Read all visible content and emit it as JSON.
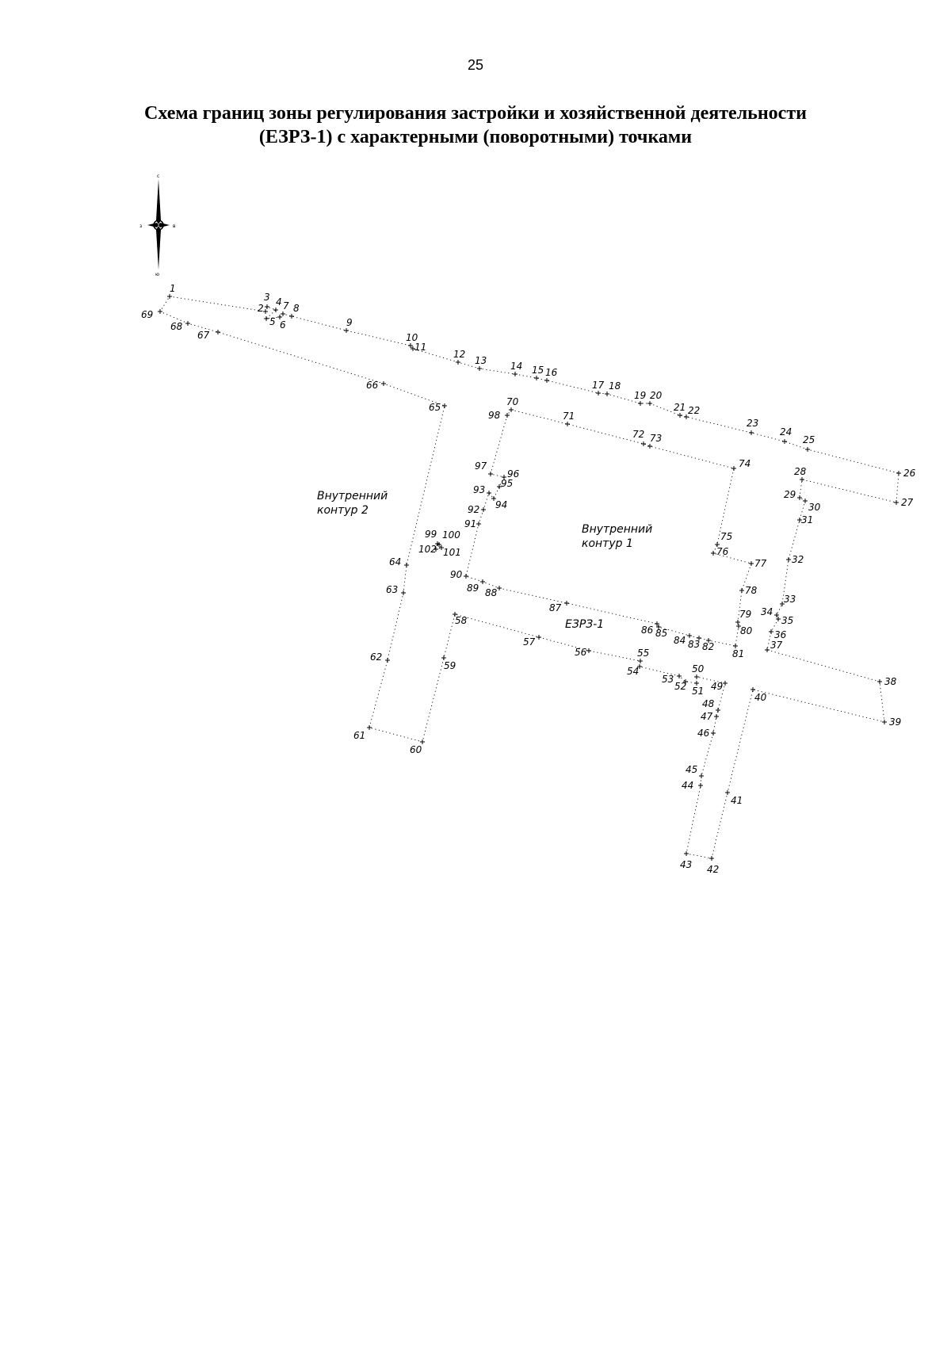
{
  "page_number": "25",
  "title": {
    "line1": "Схема границ зоны регулирования застройки и хозяйственной деятельности",
    "line2": "(ЕЗРЗ-1) с характерными (поворотными) точками"
  },
  "compass": {
    "north": "с",
    "south": "ю",
    "west": "з",
    "east": "в"
  },
  "zones": {
    "main": "ЕЗРЗ-1",
    "inner1_line1": "Внутренний",
    "inner1_line2": "контур 1",
    "inner2_line1": "Внутренний",
    "inner2_line2": "контур 2"
  },
  "points": [
    "1",
    "2",
    "3",
    "4",
    "5",
    "6",
    "7",
    "8",
    "9",
    "10",
    "11",
    "12",
    "13",
    "14",
    "15",
    "16",
    "17",
    "18",
    "19",
    "20",
    "21",
    "22",
    "23",
    "24",
    "25",
    "26",
    "27",
    "28",
    "29",
    "30",
    "31",
    "32",
    "33",
    "34",
    "35",
    "36",
    "37",
    "38",
    "39",
    "40",
    "41",
    "42",
    "43",
    "44",
    "45",
    "46",
    "47",
    "48",
    "49",
    "50",
    "51",
    "52",
    "53",
    "54",
    "55",
    "56",
    "57",
    "58",
    "59",
    "60",
    "61",
    "62",
    "63",
    "64",
    "65",
    "66",
    "67",
    "68",
    "69",
    "70",
    "71",
    "72",
    "73",
    "74",
    "75",
    "76",
    "77",
    "78",
    "79",
    "80",
    "81",
    "82",
    "83",
    "84",
    "85",
    "86",
    "87",
    "88",
    "89",
    "90",
    "91",
    "92",
    "93",
    "94",
    "95",
    "96",
    "97",
    "98",
    "99",
    "100",
    "101",
    "102"
  ]
}
